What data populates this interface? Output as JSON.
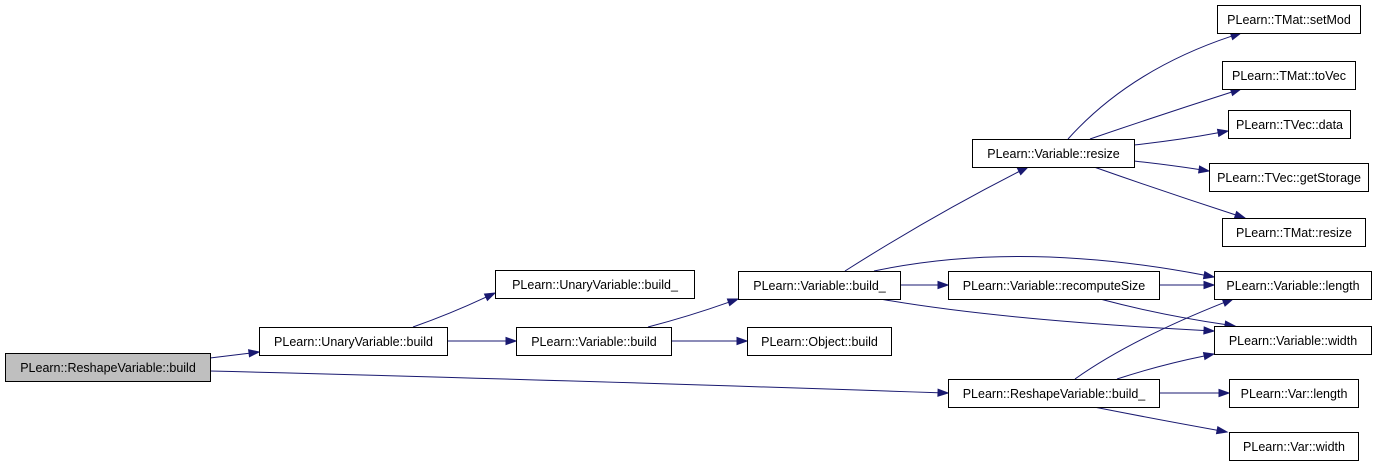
{
  "graph": {
    "type": "call-graph",
    "colors": {
      "edge": "#191970",
      "root_fill": "#bfbfbf",
      "node_fill": "#ffffff",
      "node_border": "#000000"
    },
    "nodes": [
      {
        "id": "reshape_build",
        "label": "PLearn::ReshapeVariable::build",
        "root": true
      },
      {
        "id": "unary_build",
        "label": "PLearn::UnaryVariable::build"
      },
      {
        "id": "unary_build_",
        "label": "PLearn::UnaryVariable::build_"
      },
      {
        "id": "variable_build",
        "label": "PLearn::Variable::build"
      },
      {
        "id": "variable_build_",
        "label": "PLearn::Variable::build_"
      },
      {
        "id": "object_build",
        "label": "PLearn::Object::build"
      },
      {
        "id": "variable_resize",
        "label": "PLearn::Variable::resize"
      },
      {
        "id": "variable_recomputesize",
        "label": "PLearn::Variable::recomputeSize"
      },
      {
        "id": "reshape_build_",
        "label": "PLearn::ReshapeVariable::build_"
      },
      {
        "id": "tmat_setmod",
        "label": "PLearn::TMat::setMod"
      },
      {
        "id": "tmat_tovec",
        "label": "PLearn::TMat::toVec"
      },
      {
        "id": "tvec_data",
        "label": "PLearn::TVec::data"
      },
      {
        "id": "tvec_getstorage",
        "label": "PLearn::TVec::getStorage"
      },
      {
        "id": "tmat_resize",
        "label": "PLearn::TMat::resize"
      },
      {
        "id": "variable_length",
        "label": "PLearn::Variable::length"
      },
      {
        "id": "variable_width",
        "label": "PLearn::Variable::width"
      },
      {
        "id": "var_length",
        "label": "PLearn::Var::length"
      },
      {
        "id": "var_width",
        "label": "PLearn::Var::width"
      }
    ],
    "edges": [
      {
        "from": "reshape_build",
        "to": "unary_build"
      },
      {
        "from": "reshape_build",
        "to": "reshape_build_"
      },
      {
        "from": "unary_build",
        "to": "unary_build_"
      },
      {
        "from": "unary_build",
        "to": "variable_build"
      },
      {
        "from": "variable_build",
        "to": "variable_build_"
      },
      {
        "from": "variable_build",
        "to": "object_build"
      },
      {
        "from": "variable_build_",
        "to": "variable_resize"
      },
      {
        "from": "variable_build_",
        "to": "variable_recomputesize"
      },
      {
        "from": "variable_build_",
        "to": "variable_length"
      },
      {
        "from": "variable_build_",
        "to": "variable_width"
      },
      {
        "from": "variable_resize",
        "to": "tmat_setmod"
      },
      {
        "from": "variable_resize",
        "to": "tmat_tovec"
      },
      {
        "from": "variable_resize",
        "to": "tvec_data"
      },
      {
        "from": "variable_resize",
        "to": "tvec_getstorage"
      },
      {
        "from": "variable_resize",
        "to": "tmat_resize"
      },
      {
        "from": "variable_recomputesize",
        "to": "variable_length"
      },
      {
        "from": "variable_recomputesize",
        "to": "variable_width"
      },
      {
        "from": "reshape_build_",
        "to": "variable_length"
      },
      {
        "from": "reshape_build_",
        "to": "variable_width"
      },
      {
        "from": "reshape_build_",
        "to": "var_length"
      },
      {
        "from": "reshape_build_",
        "to": "var_width"
      }
    ]
  }
}
